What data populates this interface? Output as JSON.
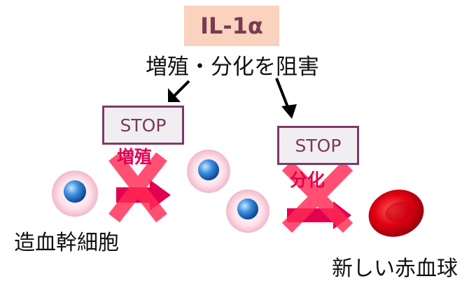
{
  "title": "IL-1α",
  "subtitle": "増殖・分化を阻害",
  "stop_left": "STOP",
  "stop_right": "STOP",
  "inhibit_proliferation": "増殖",
  "inhibit_differentiation": "分化",
  "label_stem_cell": "造血幹細胞",
  "label_new_rbc": "新しい赤血球",
  "colors": {
    "title_bg": "#f9d3bd",
    "stop_border": "#7b3a68",
    "cross": "#ff2a55",
    "arrow": "#e3004f",
    "rbc": "#d9001a",
    "nucleus": "#2b7fd6"
  }
}
